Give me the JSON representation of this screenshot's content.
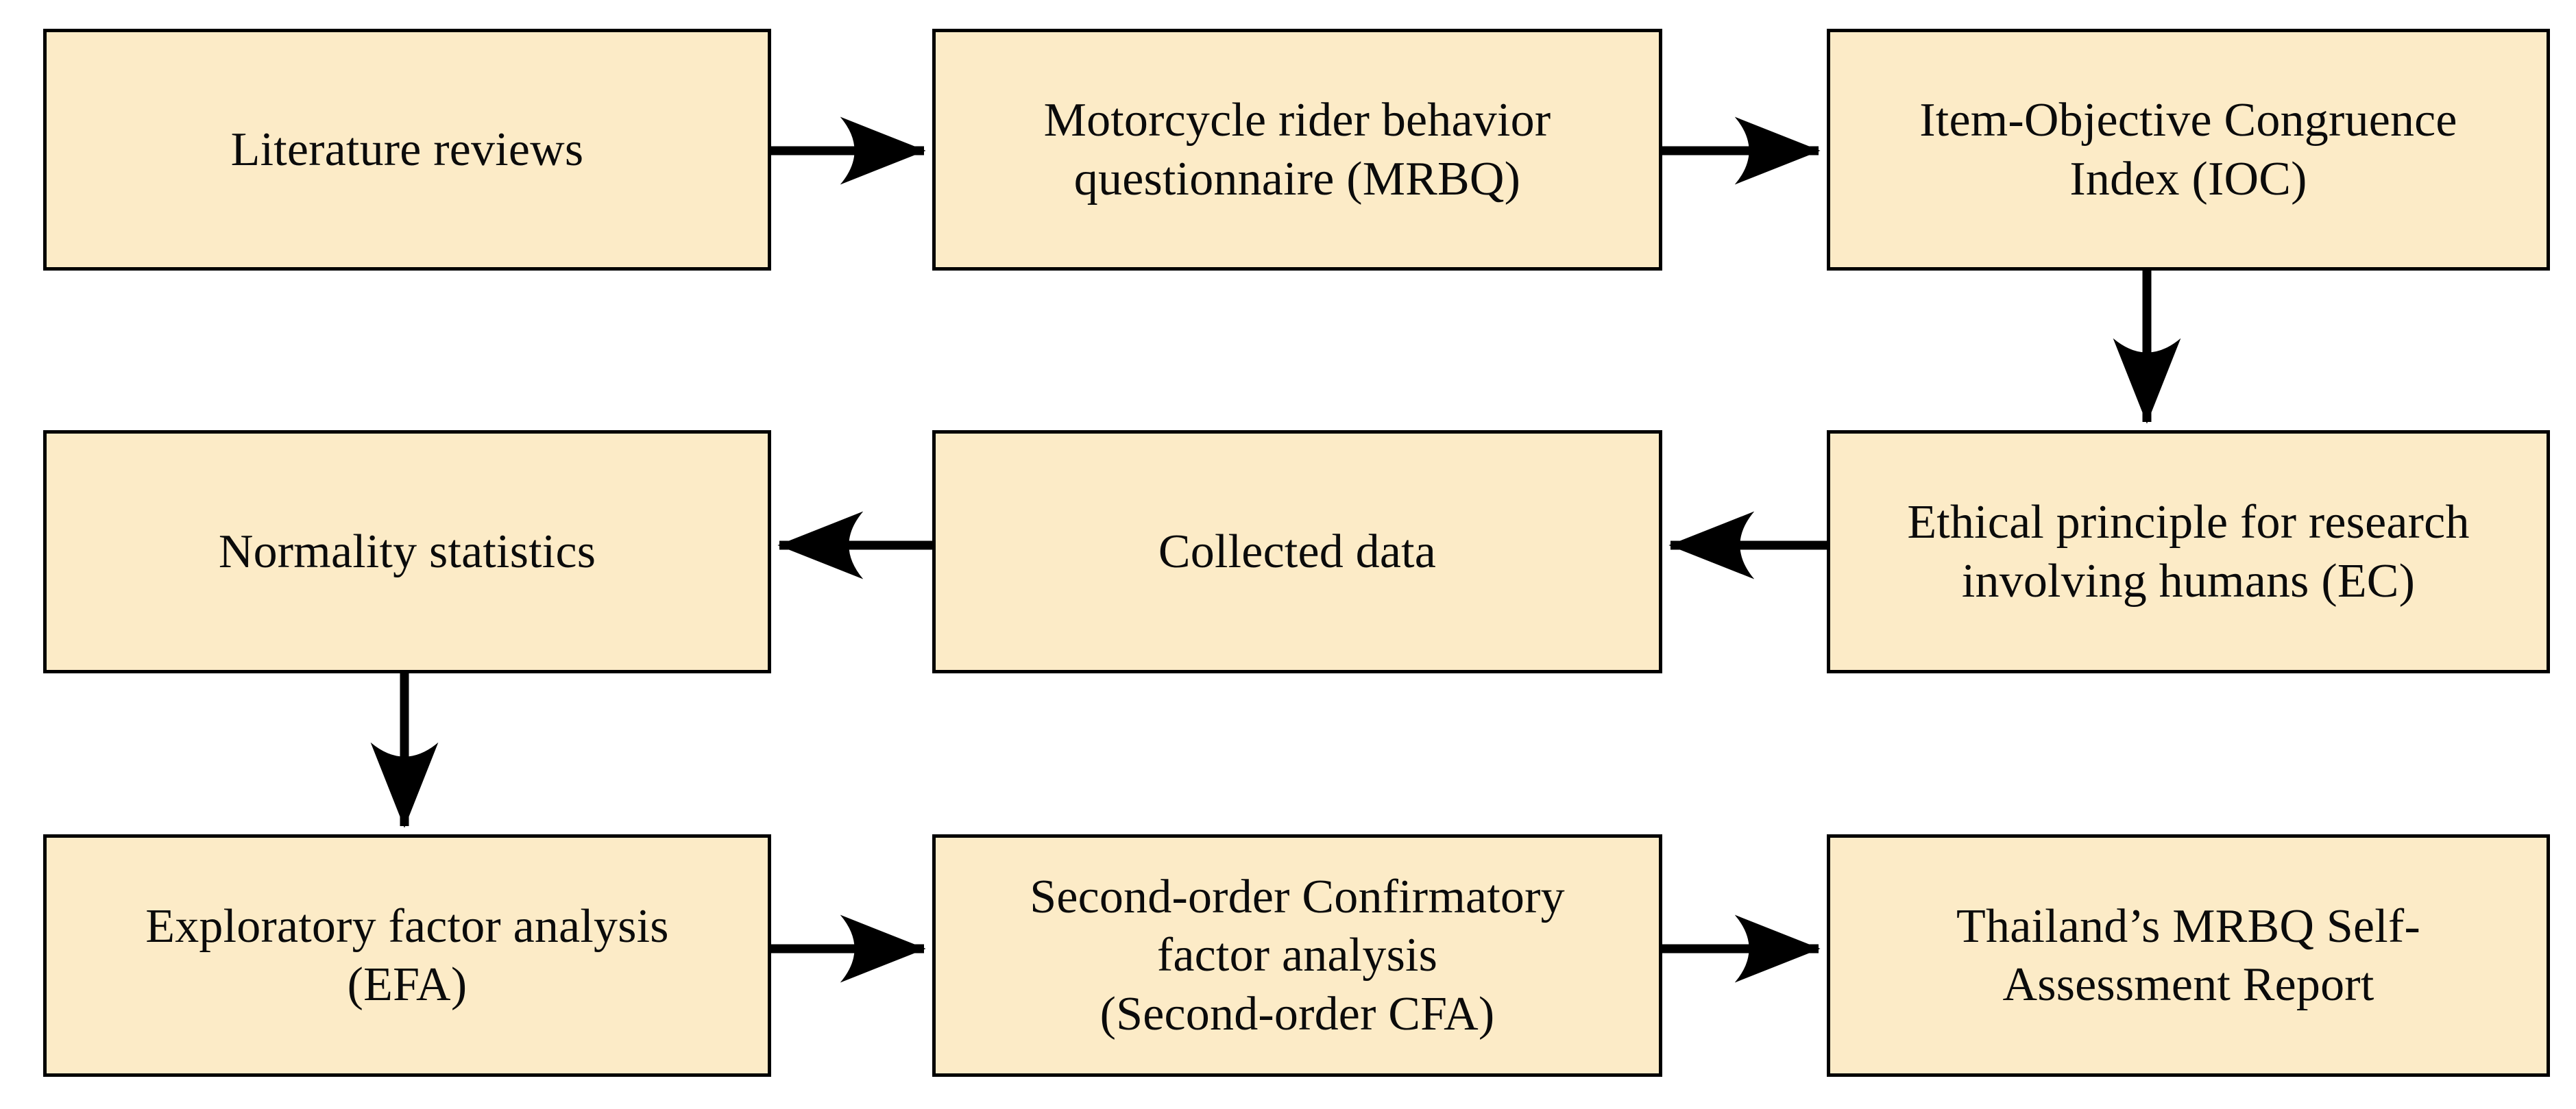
{
  "diagram": {
    "title": "Research methodology flowchart",
    "colors": {
      "node_fill": "#FCEBC7",
      "node_border": "#000000",
      "edge": "#000000",
      "background": "#FFFFFF",
      "text": "#0B0B0B"
    },
    "nodes": [
      {
        "id": "literature-reviews",
        "label": "Literature reviews",
        "row": 1,
        "col": 1
      },
      {
        "id": "mrbq",
        "label": "Motorcycle rider behavior\nquestionnaire (MRBQ)",
        "row": 1,
        "col": 2
      },
      {
        "id": "ioc",
        "label": "Item-Objective Congruence\nIndex (IOC)",
        "row": 1,
        "col": 3
      },
      {
        "id": "normality-statistics",
        "label": "Normality statistics",
        "row": 2,
        "col": 1
      },
      {
        "id": "collected-data",
        "label": "Collected data",
        "row": 2,
        "col": 2
      },
      {
        "id": "ethical-principle",
        "label": "Ethical principle for research\ninvolving humans (EC)",
        "row": 2,
        "col": 3
      },
      {
        "id": "efa",
        "label": "Exploratory factor analysis\n(EFA)",
        "row": 3,
        "col": 1
      },
      {
        "id": "second-order-cfa",
        "label": "Second-order Confirmatory\nfactor analysis\n(Second-order CFA)",
        "row": 3,
        "col": 2
      },
      {
        "id": "self-assessment-report",
        "label": "Thailand’s MRBQ Self-\nAssessment Report",
        "row": 3,
        "col": 3
      }
    ],
    "edges": [
      {
        "id": "edge-literature-to-mrbq",
        "from": "literature-reviews",
        "to": "mrbq",
        "direction": "right"
      },
      {
        "id": "edge-mrbq-to-ioc",
        "from": "mrbq",
        "to": "ioc",
        "direction": "right"
      },
      {
        "id": "edge-ioc-to-ethical",
        "from": "ioc",
        "to": "ethical-principle",
        "direction": "down"
      },
      {
        "id": "edge-ethical-to-collected",
        "from": "ethical-principle",
        "to": "collected-data",
        "direction": "left"
      },
      {
        "id": "edge-collected-to-normality",
        "from": "collected-data",
        "to": "normality-statistics",
        "direction": "left"
      },
      {
        "id": "edge-normality-to-efa",
        "from": "normality-statistics",
        "to": "efa",
        "direction": "down"
      },
      {
        "id": "edge-efa-to-cfa",
        "from": "efa",
        "to": "second-order-cfa",
        "direction": "right"
      },
      {
        "id": "edge-cfa-to-report",
        "from": "second-order-cfa",
        "to": "self-assessment-report",
        "direction": "right"
      }
    ]
  }
}
